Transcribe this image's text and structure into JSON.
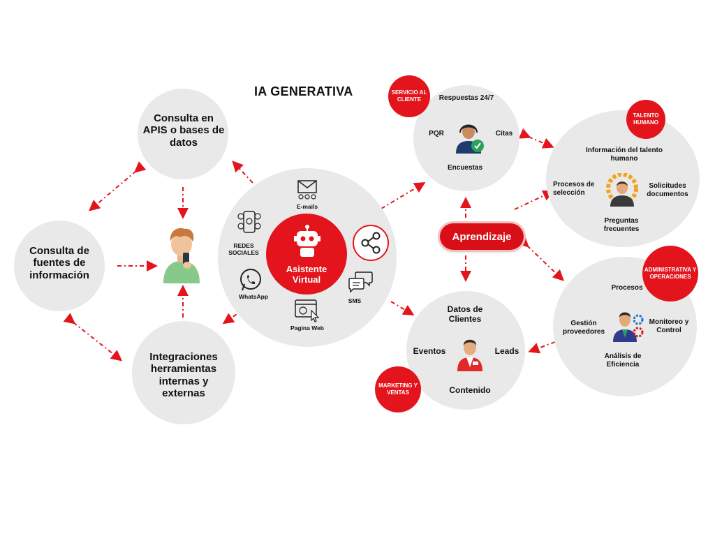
{
  "title": "IA GENERATIVA",
  "left": {
    "apis": "Consulta en APIS o bases de datos",
    "fuentes": "Consulta de fuentes de información",
    "integraciones": "Integraciones herramientas internas y externas"
  },
  "center": {
    "assistant": "Asistente Virtual",
    "channels": {
      "email": "E-mails",
      "redes": "REDES SOCIALES",
      "whatsapp": "WhatsApp",
      "sms": "SMS",
      "web": "Pagina Web"
    }
  },
  "aprendizaje": "Aprendizaje",
  "servicio": {
    "badge": "SERVICIO AL CLIENTE",
    "items": {
      "respuestas": "Respuestas 24/7",
      "pqr": "PQR",
      "citas": "Citas",
      "encuestas": "Encuestas"
    }
  },
  "talento": {
    "badge": "TALENTO HUMANO",
    "items": {
      "informacion": "Información del talento humano",
      "procesos": "Procesos de selección",
      "solicitudes": "Solicitudes documentos",
      "preguntas": "Preguntas frecuentes"
    }
  },
  "marketing": {
    "badge": "MARKETING Y VENTAS",
    "items": {
      "datos": "Datos de Clientes",
      "eventos": "Eventos",
      "leads": "Leads",
      "contenido": "Contenido"
    }
  },
  "administrativa": {
    "badge": "ADMINISTRATIVA Y OPERACIONES",
    "items": {
      "procesos": "Procesos",
      "gestion": "Gestión proveedores",
      "monitoreo": "Monitoreo y Control",
      "analisis": "Análisis de Eficiencia"
    }
  },
  "colors": {
    "accent": "#e3141b",
    "circle": "#e9e9e9"
  },
  "icons": [
    "email-icon",
    "social-networks-icon",
    "whatsapp-icon",
    "sms-icon",
    "web-page-icon",
    "share-icon",
    "robot-icon",
    "person-phone-icon",
    "call-agent-icon",
    "hr-person-icon",
    "seller-icon",
    "manager-gears-icon"
  ]
}
